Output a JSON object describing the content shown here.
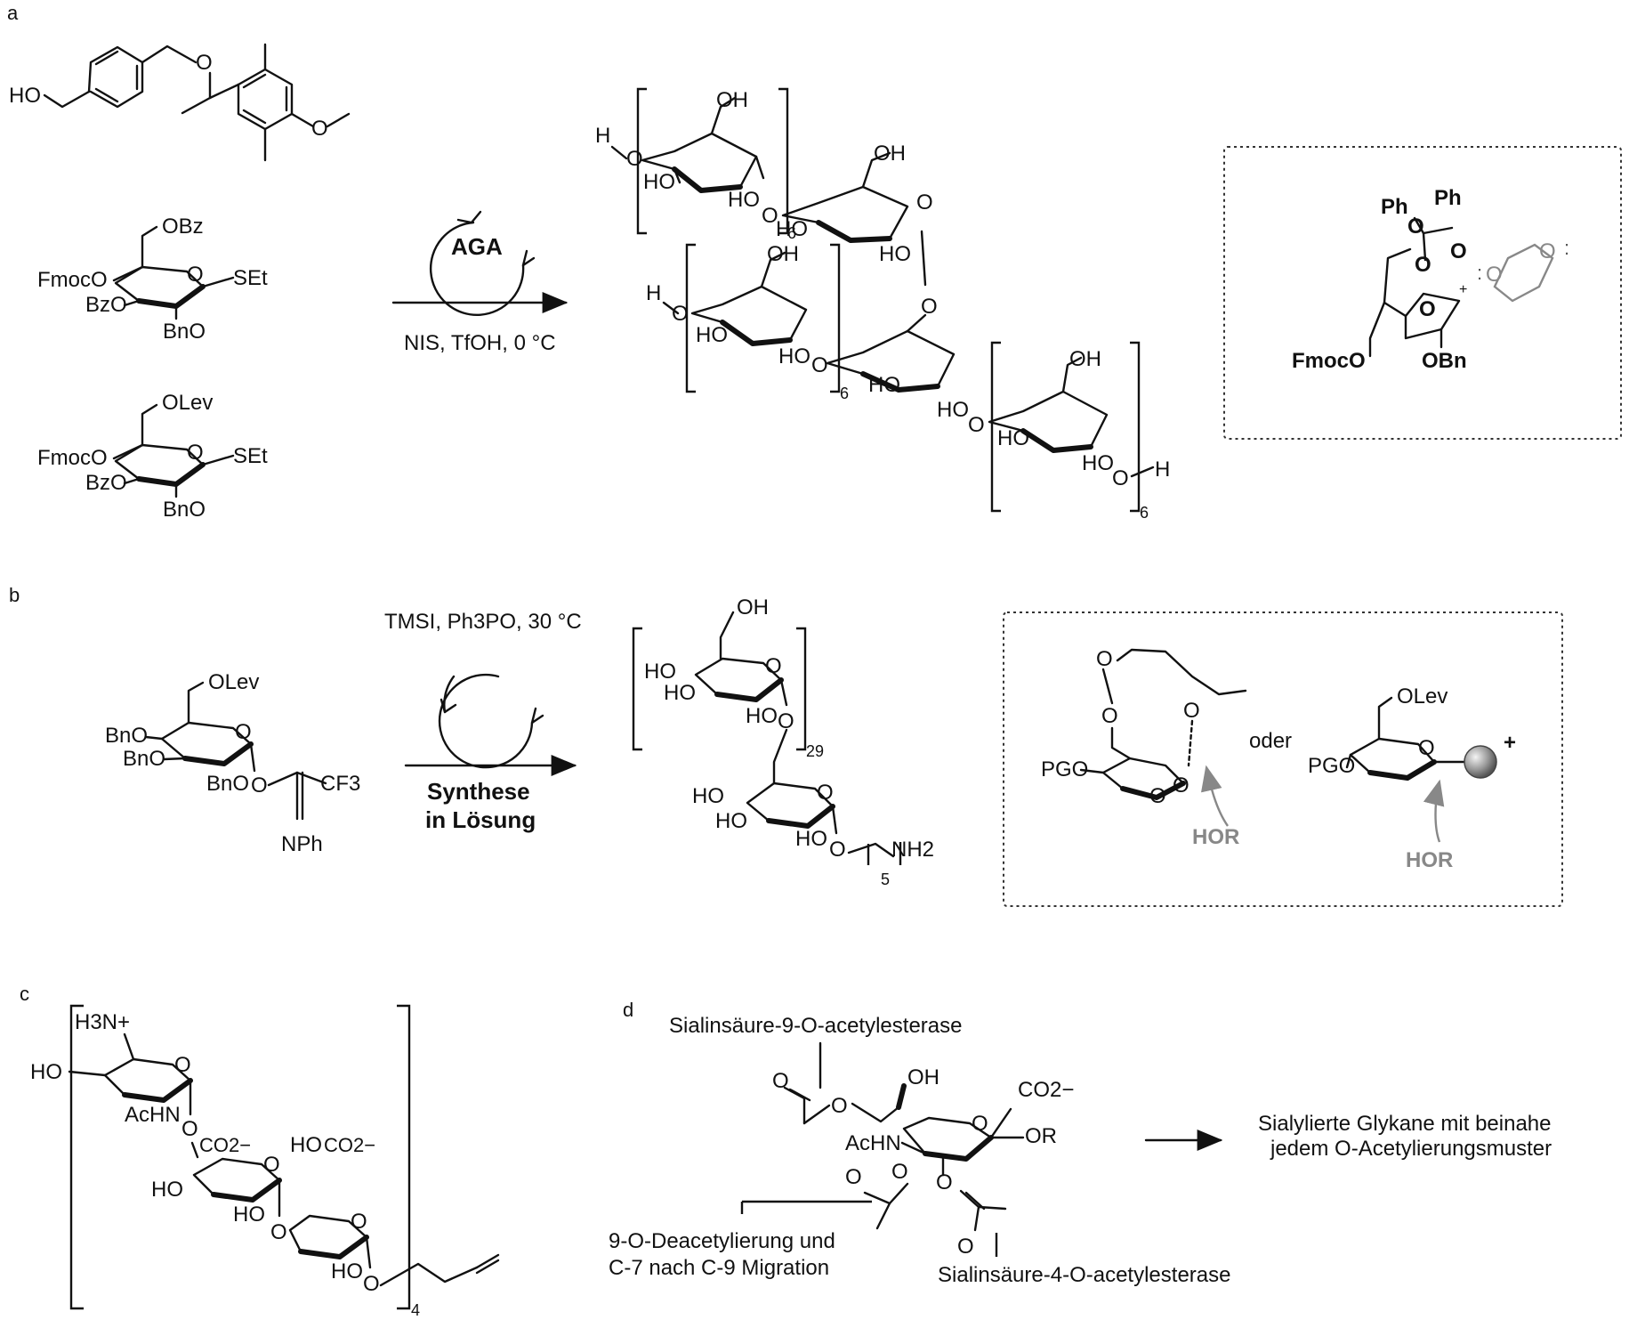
{
  "panels": {
    "a": {
      "label": "a",
      "linker_ho": "HO",
      "bb1": {
        "ob": "OBz",
        "fmoc": "FmocO",
        "bz": "BzO",
        "bn": "BnO",
        "set": "SEt"
      },
      "bb2": {
        "ob": "OLev",
        "fmoc": "FmocO",
        "bz": "BzO",
        "bn": "BnO",
        "set": "SEt"
      },
      "cycle_label": "AGA",
      "conditions": "NIS, TfOH, 0 °C",
      "product": {
        "h_top": "H",
        "oh1": "OH",
        "ho1": "HO",
        "ho2": "HO",
        "sub1": "6",
        "oh2": "OH",
        "ho3": "HO",
        "ho4": "HO",
        "h_mid": "H",
        "oh3": "OH",
        "ho5": "HO",
        "ho6": "HO",
        "sub2": "6",
        "ho7": "HO",
        "ho8": "HO",
        "oh4": "OH",
        "ho9": "HO",
        "ho10": "HO",
        "h_end": "H",
        "sub3": "6"
      },
      "inset": {
        "ph1": "Ph",
        "ph2": "Ph",
        "fmoc": "FmocO",
        "obn": "OBn",
        "plus": "+"
      }
    },
    "b": {
      "label": "b",
      "conditions": "TMSI, Ph3PO, 30 °C",
      "cycle_label_1": "Synthese",
      "cycle_label_2": "in Lösung",
      "donor": {
        "olev": "OLev",
        "bn1": "BnO",
        "bn2": "BnO",
        "bn3": "BnO",
        "cf3": "CF3",
        "nph": "NPh"
      },
      "product": {
        "oh": "OH",
        "ho1": "HO",
        "ho2": "HO",
        "ho3": "HO",
        "sub": "29",
        "ho4": "HO",
        "ho5": "HO",
        "ho6": "HO",
        "nh2": "NH2",
        "sub5": "5"
      },
      "inset": {
        "pgo1": "PGO",
        "hor1": "HOR",
        "oder": "oder",
        "olev": "OLev",
        "pgo2": "PGO",
        "hor2": "HOR",
        "plus": "+"
      }
    },
    "c": {
      "label": "c",
      "h3n": "H3N+",
      "ho1": "HO",
      "achn": "AcHN",
      "co2a": "CO2−",
      "ho2": "HO",
      "ho3": "HO",
      "ho4": "HO",
      "co2b": "CO2−",
      "ho5": "HO",
      "sub": "4"
    },
    "d": {
      "label": "d",
      "enzyme_top": "Sialinsäure-9-O-acetylesterase",
      "oh": "OH",
      "co2": "CO2−",
      "or": "OR",
      "achn": "AcHN",
      "migration_1": "9-O-Deacetylierung und",
      "migration_2": "C-7 nach C-9 Migration",
      "enzyme_bottom": "Sialinsäure-4-O-acetylesterase",
      "result_1": "Sialylierte Glykane mit beinahe",
      "result_2": "jedem O-Acetylierungsmuster"
    }
  }
}
